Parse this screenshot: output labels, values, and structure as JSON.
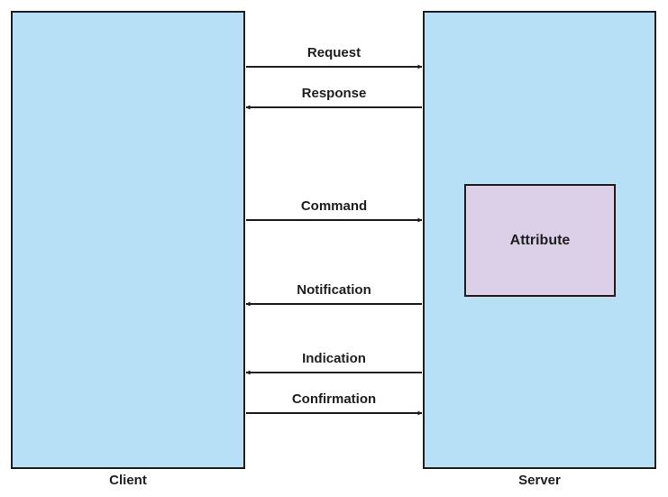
{
  "colors": {
    "panel_fill": "#b7e0f7",
    "attribute_fill": "#dcd0e8",
    "stroke": "#1f1f1f"
  },
  "client": {
    "label": "Client"
  },
  "server": {
    "label": "Server",
    "attribute_label": "Attribute"
  },
  "messages": [
    {
      "label": "Request",
      "direction": "client-to-server"
    },
    {
      "label": "Response",
      "direction": "server-to-client"
    },
    {
      "label": "Command",
      "direction": "client-to-server"
    },
    {
      "label": "Notification",
      "direction": "server-to-client"
    },
    {
      "label": "Indication",
      "direction": "server-to-client"
    },
    {
      "label": "Confirmation",
      "direction": "client-to-server"
    }
  ]
}
